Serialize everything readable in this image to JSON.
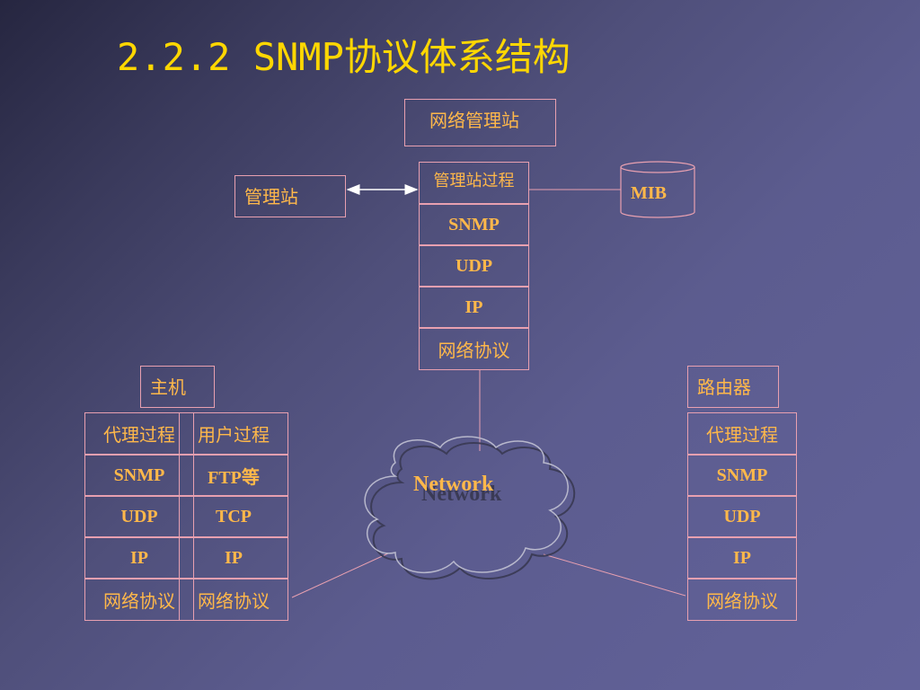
{
  "title": "2.2.2  SNMP协议体系结构",
  "manager": {
    "header": "网络管理站",
    "side_label": "管理站",
    "stack": [
      "管理站过程",
      "SNMP",
      "UDP",
      "IP",
      "网络协议"
    ],
    "mib": "MIB"
  },
  "network": {
    "label": "Network",
    "shadow_label": "Network"
  },
  "host": {
    "header": "主机",
    "left_stack": [
      "代理过程",
      "SNMP",
      "UDP",
      "IP",
      "网络协议"
    ],
    "right_stack": [
      "用户过程",
      "FTP等",
      "TCP",
      "IP",
      "网络协议"
    ]
  },
  "router": {
    "header": "路由器",
    "stack": [
      "代理过程",
      "SNMP",
      "UDP",
      "IP",
      "网络协议"
    ]
  },
  "colors": {
    "title": "#ffd700",
    "text": "#ffb84a",
    "border": "#e8a0b0"
  }
}
